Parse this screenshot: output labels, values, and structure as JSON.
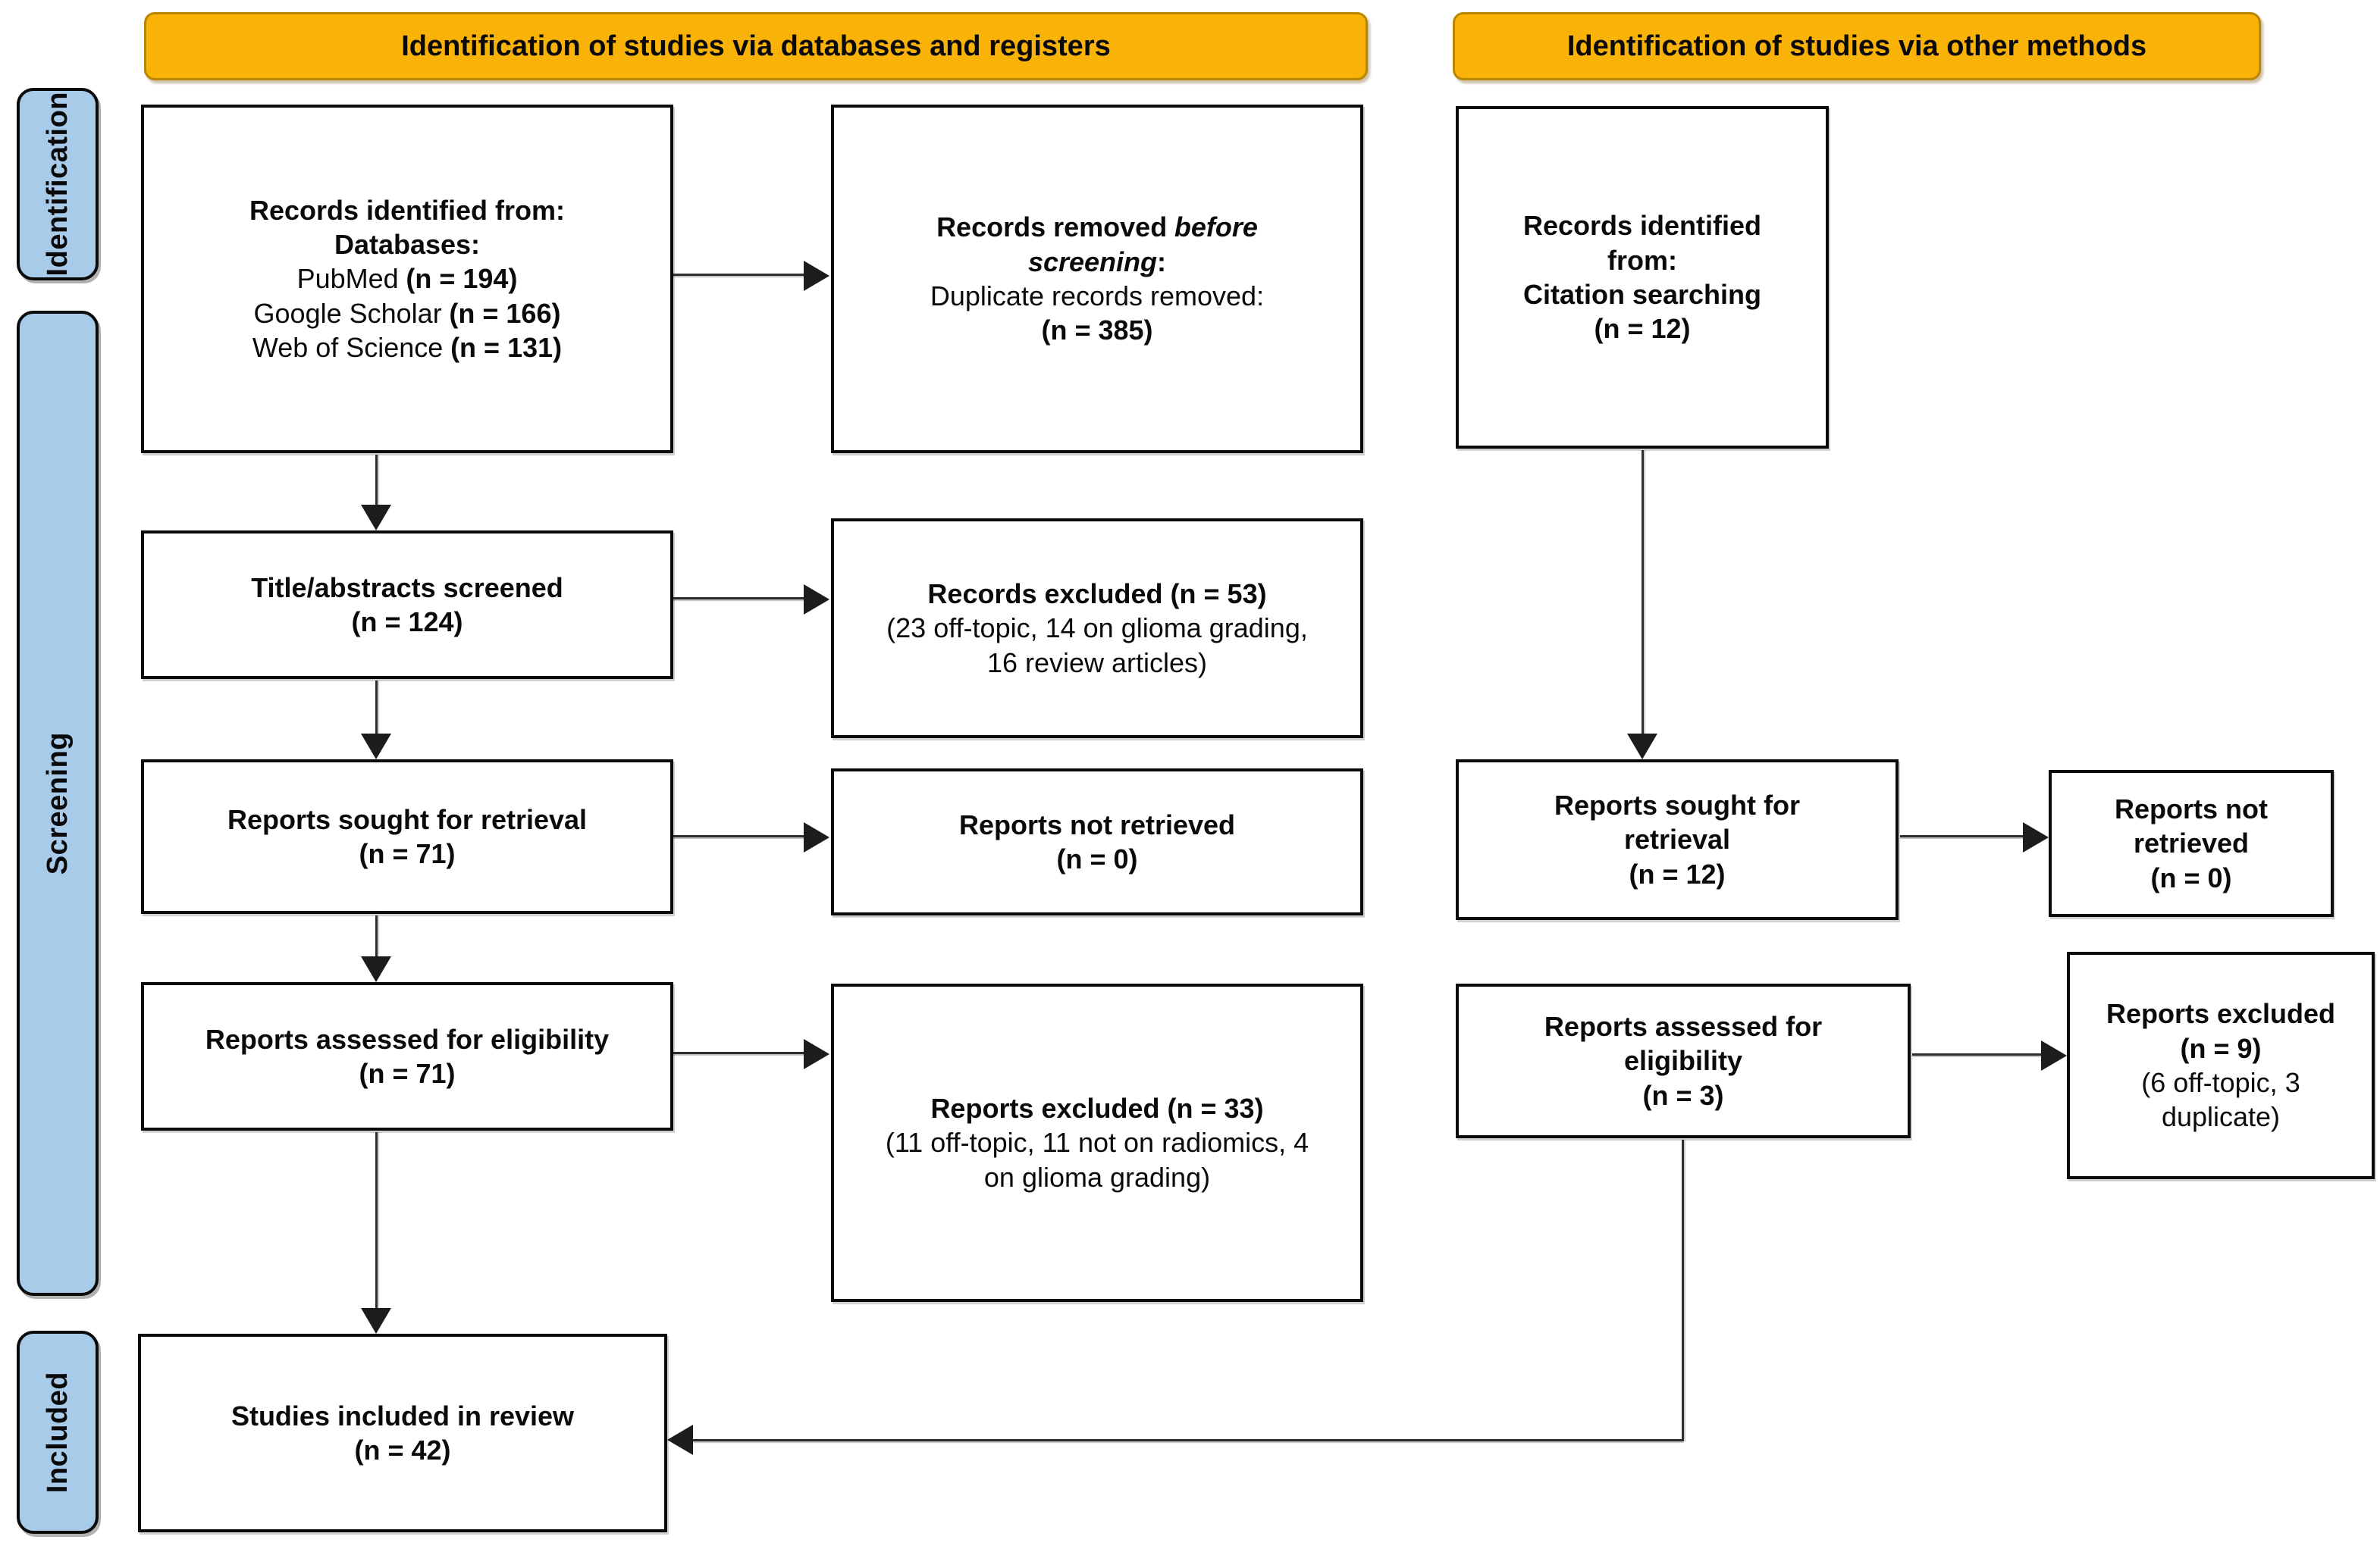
{
  "colors": {
    "header_bg": "#F9B208",
    "header_border": "#BA8500",
    "stage_bg": "#A9CBEA",
    "box_border": "#0a0a0a",
    "arrow": "#1c1c1c"
  },
  "column_headers": {
    "databases": "Identification of studies via databases and registers",
    "other_methods": "Identification of studies via other methods"
  },
  "stage_labels": {
    "identification": "Identification",
    "screening": "Screening",
    "included": "Included"
  },
  "boxes": {
    "db_identified": {
      "heading1": "Records identified from:",
      "heading2": "Databases:",
      "sources": [
        {
          "name": "PubMed",
          "count": "(n = 194)"
        },
        {
          "name": "Google Scholar",
          "count": "(n = 166)"
        },
        {
          "name": "Web of Science",
          "count": "(n = 131)"
        }
      ]
    },
    "dup_removed": {
      "bold_prefix": "Records removed",
      "bold_italic": "before screening",
      "bold_suffix": ":",
      "detail": "Duplicate records removed:",
      "count": "(n = 385)"
    },
    "citation_identified": {
      "lines": [
        "Records identified",
        "from:",
        "Citation searching",
        "(n = 12)"
      ]
    },
    "title_screened": {
      "lines": [
        "Title/abstracts screened",
        "(n = 124)"
      ]
    },
    "records_excluded": {
      "title": "Records excluded (n = 53)",
      "reasons": "(23 off-topic, 14 on glioma grading, 16 review articles)"
    },
    "reports_sought": {
      "lines": [
        "Reports sought for retrieval",
        "(n = 71)"
      ]
    },
    "reports_not_retrieved": {
      "lines": [
        "Reports not retrieved",
        "(n = 0)"
      ]
    },
    "reports_assessed": {
      "lines": [
        "Reports assessed for eligibility",
        "(n = 71)"
      ]
    },
    "reports_excluded": {
      "title": "Reports excluded (n = 33)",
      "reasons": "(11 off-topic, 11 not on radiomics, 4 on glioma grading)"
    },
    "cit_reports_sought": {
      "lines": [
        "Reports sought for",
        "retrieval",
        "(n = 12)"
      ]
    },
    "cit_reports_not_retrieved": {
      "lines": [
        "Reports not",
        "retrieved",
        "(n = 0)"
      ]
    },
    "cit_reports_assessed": {
      "lines": [
        "Reports assessed for",
        "eligibility",
        "(n = 3)"
      ]
    },
    "cit_reports_excluded": {
      "title_lines": [
        "Reports excluded",
        "(n = 9)"
      ],
      "reasons": "(6 off-topic, 3 duplicate)"
    },
    "studies_included": {
      "lines": [
        "Studies included in review",
        "(n = 42)"
      ]
    }
  }
}
